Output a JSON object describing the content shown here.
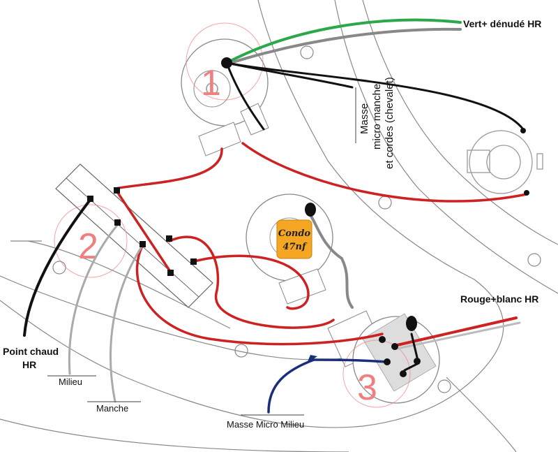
{
  "diagram": {
    "title": "Guitar wiring diagram",
    "labels": {
      "green_wire": "Vert+ dénudé HR",
      "ground_line1": "Masse",
      "ground_line2": "micro manche",
      "ground_line3": "et cordes (chevalet)",
      "red_white": "Rouge+blanc HR",
      "hot_point_line1": "Point chaud",
      "hot_point_line2": "HR",
      "middle": "Milieu",
      "neck": "Manche",
      "middle_ground": "Masse Micro Milieu"
    },
    "capacitor": {
      "line1": "Condo",
      "line2": "47nf",
      "color": "#f5a623"
    },
    "components": [
      {
        "id": "1",
        "type": "potentiometer"
      },
      {
        "id": "2",
        "type": "selector-switch"
      },
      {
        "id": "3",
        "type": "push-pull-potentiometer"
      }
    ],
    "colors": {
      "red_wire": "#cc2222",
      "green_wire": "#2aa84a",
      "grey_wire": "#888888",
      "black_wire": "#111111",
      "blue_wire": "#1a2f7a",
      "marker": "#f08080"
    }
  }
}
